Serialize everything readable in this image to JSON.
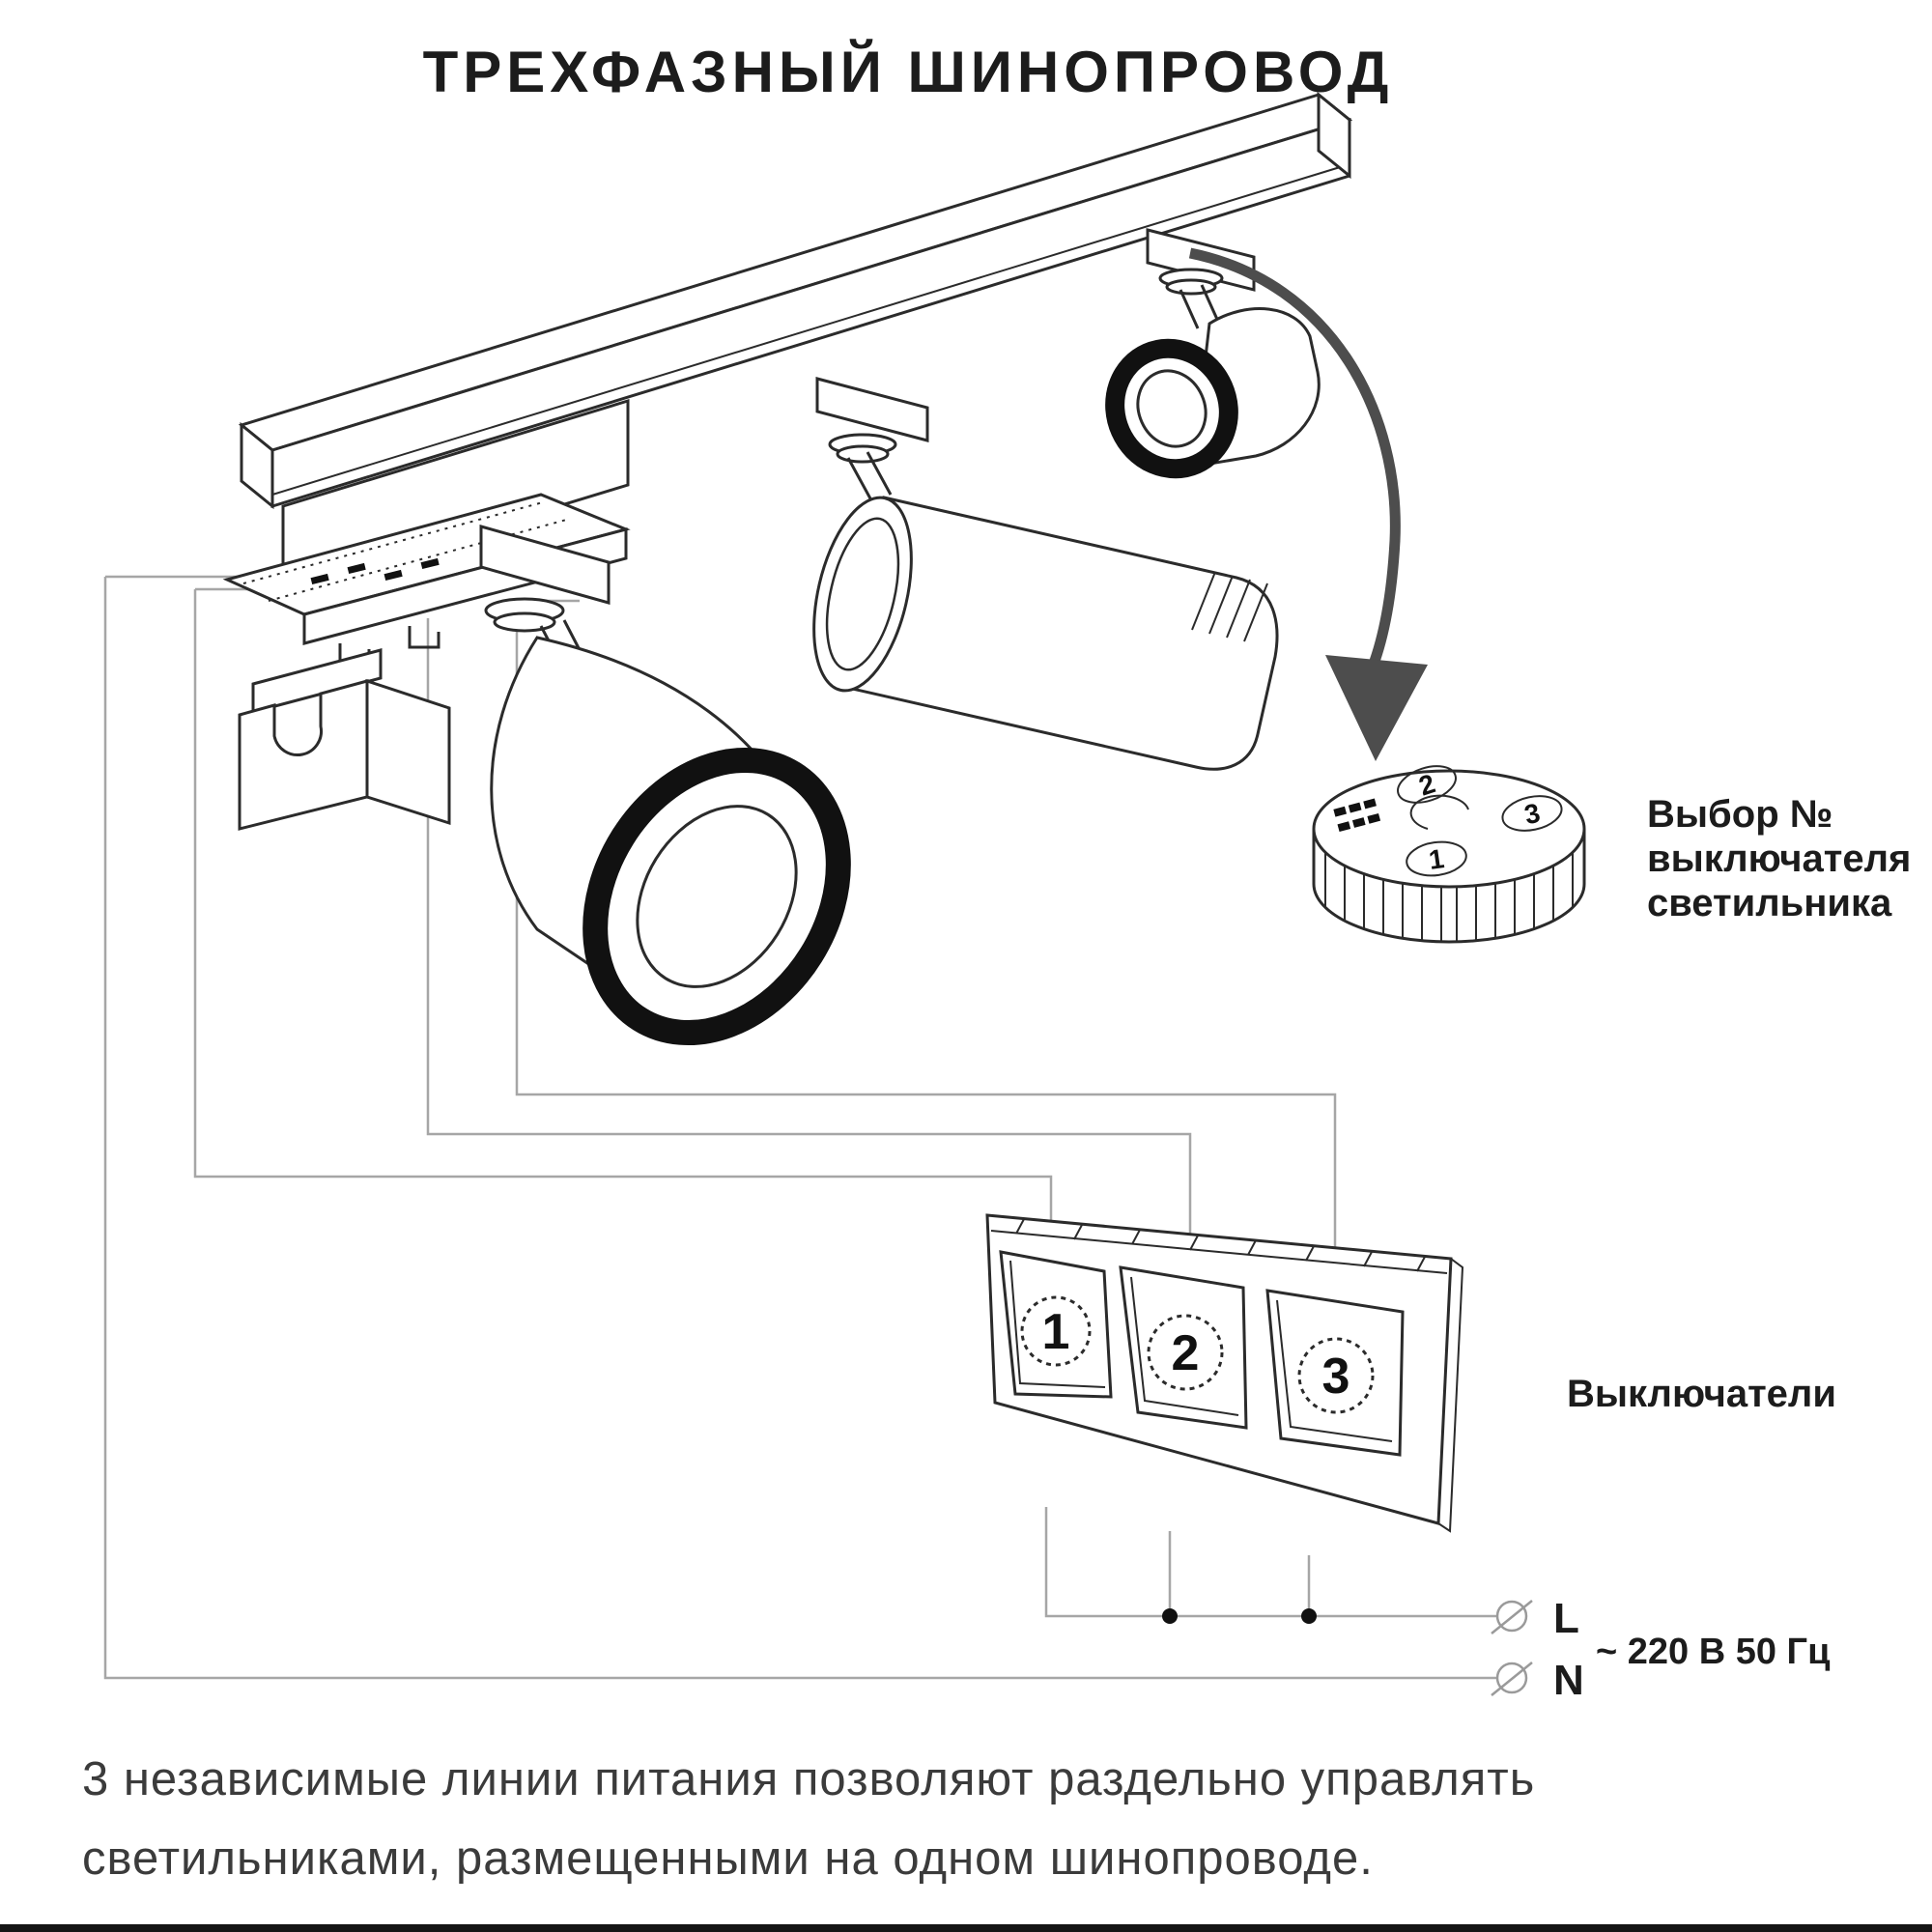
{
  "title": "ТРЕХФАЗНЫЙ ШИНОПРОВОД",
  "dial": {
    "note_line1": "Выбор №",
    "note_line2": "выключателя",
    "note_line3": "светильника",
    "positions": [
      "1",
      "2",
      "3"
    ]
  },
  "switch_panel": {
    "label": "Выключатели",
    "numbers": [
      "1",
      "2",
      "3"
    ]
  },
  "power": {
    "line_label": "L",
    "neutral_label": "N",
    "mains_label": "~ 220 В 50 Гц"
  },
  "caption": {
    "line1": "3 независимые линии питания позволяют раздельно управлять",
    "line2": "светильниками, размещенными на одном шинопроводе."
  },
  "colors": {
    "outline": "#2b2b2b",
    "wire": "#a6a6a6",
    "arrow": "#4d4d4d",
    "lens": "#111111",
    "caption_text": "#3b3b3b"
  }
}
